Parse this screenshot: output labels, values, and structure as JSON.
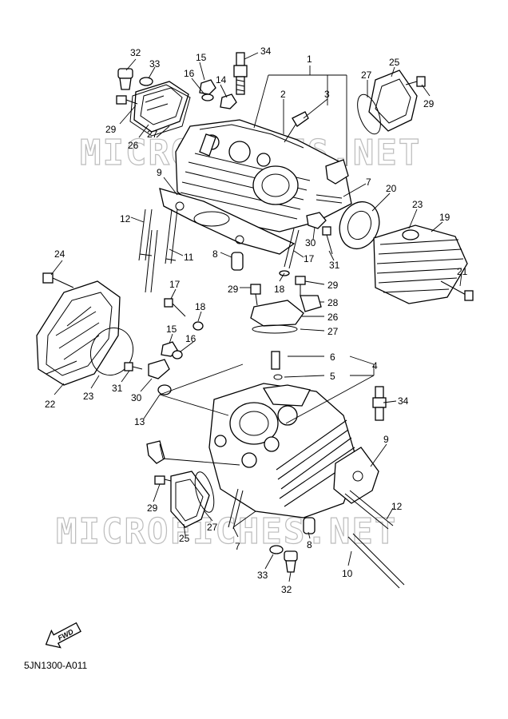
{
  "watermark": {
    "text": "MICROFICHES.NET"
  },
  "fwd_badge": {
    "text": "FWD"
  },
  "document_code": "5JN1300-A011",
  "callouts": [
    {
      "id": "c32a",
      "text": "32"
    },
    {
      "id": "c33a",
      "text": "33"
    },
    {
      "id": "c15a",
      "text": "15"
    },
    {
      "id": "c34a",
      "text": "34"
    },
    {
      "id": "c1",
      "text": "1"
    },
    {
      "id": "c16a",
      "text": "16"
    },
    {
      "id": "c14",
      "text": "14"
    },
    {
      "id": "c2",
      "text": "2"
    },
    {
      "id": "c3",
      "text": "3"
    },
    {
      "id": "c25a",
      "text": "25"
    },
    {
      "id": "c27a",
      "text": "27"
    },
    {
      "id": "c29a",
      "text": "29"
    },
    {
      "id": "c29b",
      "text": "29"
    },
    {
      "id": "c26a",
      "text": "26"
    },
    {
      "id": "c27b",
      "text": "27"
    },
    {
      "id": "c9a",
      "text": "9"
    },
    {
      "id": "c7a",
      "text": "7"
    },
    {
      "id": "c20",
      "text": "20"
    },
    {
      "id": "c23a",
      "text": "23"
    },
    {
      "id": "c19",
      "text": "19"
    },
    {
      "id": "c12a",
      "text": "12"
    },
    {
      "id": "c30a",
      "text": "30"
    },
    {
      "id": "c11a",
      "text": "11"
    },
    {
      "id": "c8a",
      "text": "8"
    },
    {
      "id": "c17a",
      "text": "17"
    },
    {
      "id": "c31a",
      "text": "31"
    },
    {
      "id": "c21",
      "text": "21"
    },
    {
      "id": "c24",
      "text": "24"
    },
    {
      "id": "c17b",
      "text": "17"
    },
    {
      "id": "c18a",
      "text": "18"
    },
    {
      "id": "c29c",
      "text": "29"
    },
    {
      "id": "c29d",
      "text": "29"
    },
    {
      "id": "c28",
      "text": "28"
    },
    {
      "id": "c18b",
      "text": "18"
    },
    {
      "id": "c26b",
      "text": "26"
    },
    {
      "id": "c15b",
      "text": "15"
    },
    {
      "id": "c27c",
      "text": "27"
    },
    {
      "id": "c16b",
      "text": "16"
    },
    {
      "id": "c6",
      "text": "6"
    },
    {
      "id": "c4",
      "text": "4"
    },
    {
      "id": "c5",
      "text": "5"
    },
    {
      "id": "c22",
      "text": "22"
    },
    {
      "id": "c23b",
      "text": "23"
    },
    {
      "id": "c31b",
      "text": "31"
    },
    {
      "id": "c30b",
      "text": "30"
    },
    {
      "id": "c34b",
      "text": "34"
    },
    {
      "id": "c13",
      "text": "13"
    },
    {
      "id": "c9b",
      "text": "9"
    },
    {
      "id": "c29e",
      "text": "29"
    },
    {
      "id": "c12b",
      "text": "12"
    },
    {
      "id": "c27d",
      "text": "27"
    },
    {
      "id": "c25b",
      "text": "25"
    },
    {
      "id": "c7b",
      "text": "7"
    },
    {
      "id": "c8b",
      "text": "8"
    },
    {
      "id": "c10",
      "text": "10"
    },
    {
      "id": "c33b",
      "text": "33"
    },
    {
      "id": "c32b",
      "text": "32"
    }
  ]
}
